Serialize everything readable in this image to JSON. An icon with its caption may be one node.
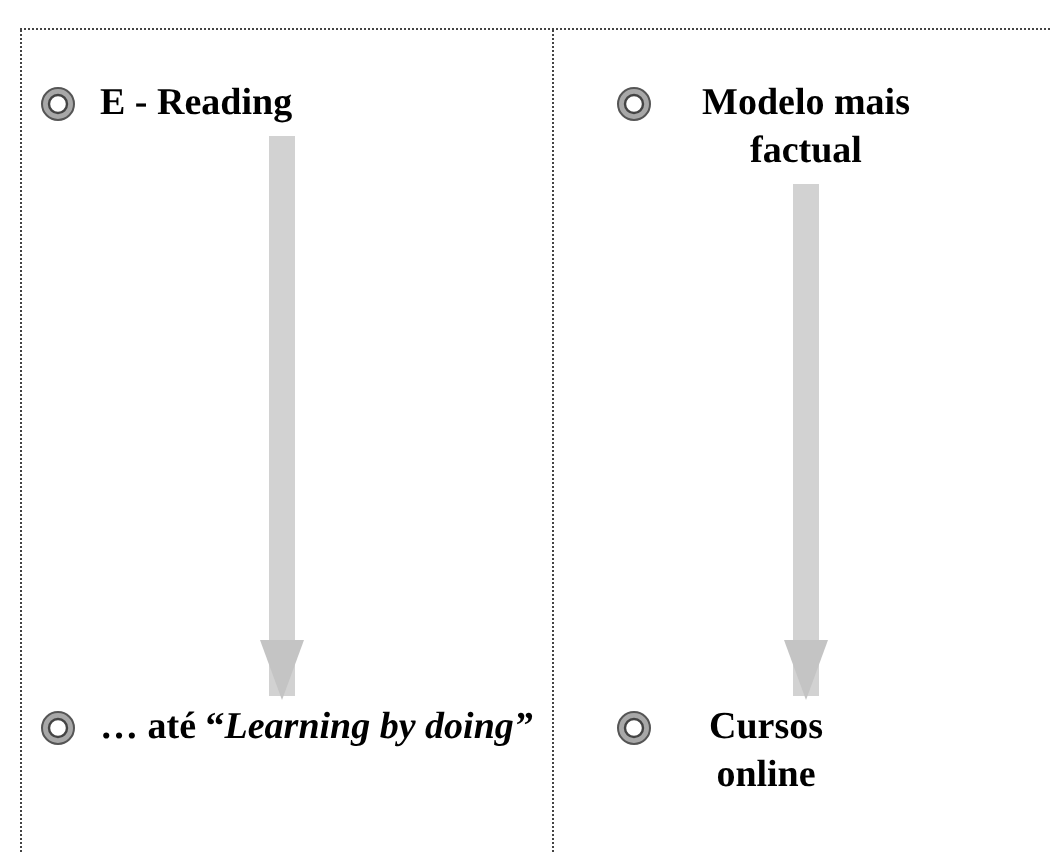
{
  "diagram": {
    "nodes": [
      {
        "text": [
          "E - Reading"
        ]
      },
      {
        "text": [
          "Modelo mais factual"
        ]
      },
      {
        "text": [
          "… até “*Learning by doing”*"
        ]
      },
      {
        "text": [
          "Cursos online"
        ]
      }
    ],
    "edges": [
      {
        "from": 0,
        "to": 2,
        "arrow": "to"
      },
      {
        "from": 1,
        "to": 3,
        "arrow": "to"
      }
    ]
  }
}
